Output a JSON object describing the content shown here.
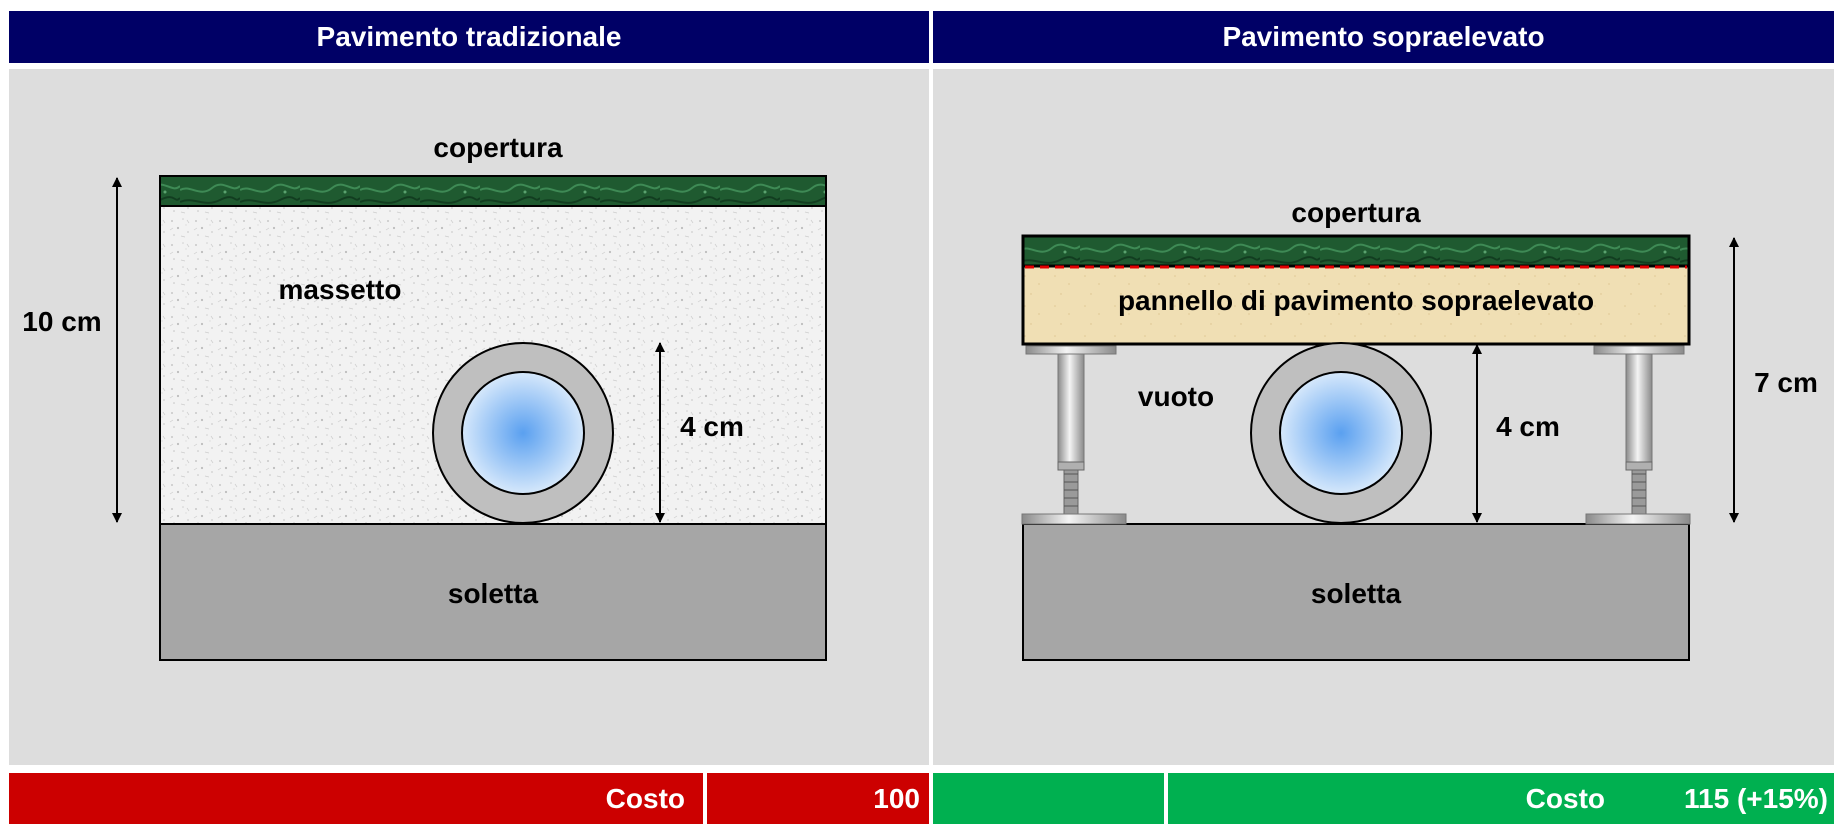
{
  "left": {
    "title": "Pavimento tradizionale",
    "cover_label": "copertura",
    "screed_label": "massetto",
    "slab_label": "soletta",
    "total_height": "10 cm",
    "pipe_height": "4 cm",
    "cost_label": "Costo",
    "cost_value": "100"
  },
  "right": {
    "title": "Pavimento sopraelevato",
    "cover_label": "copertura",
    "panel_label": "pannello di pavimento sopraelevato",
    "void_label": "vuoto",
    "slab_label": "soletta",
    "total_height": "7 cm",
    "pipe_height": "4 cm",
    "cost_label": "Costo",
    "cost_value": "115 (+15%)"
  },
  "colors": {
    "header_bg": "#000066",
    "left_footer_bg": "#cc0000",
    "right_footer_bg": "#00b050",
    "panel_bg": "#dddddd",
    "cover_green": "#1f5a30",
    "slab_gray": "#a6a6a6",
    "raised_panel_fill": "#f0dfb4",
    "pipe_inner_blue": "#5aa0f0"
  }
}
